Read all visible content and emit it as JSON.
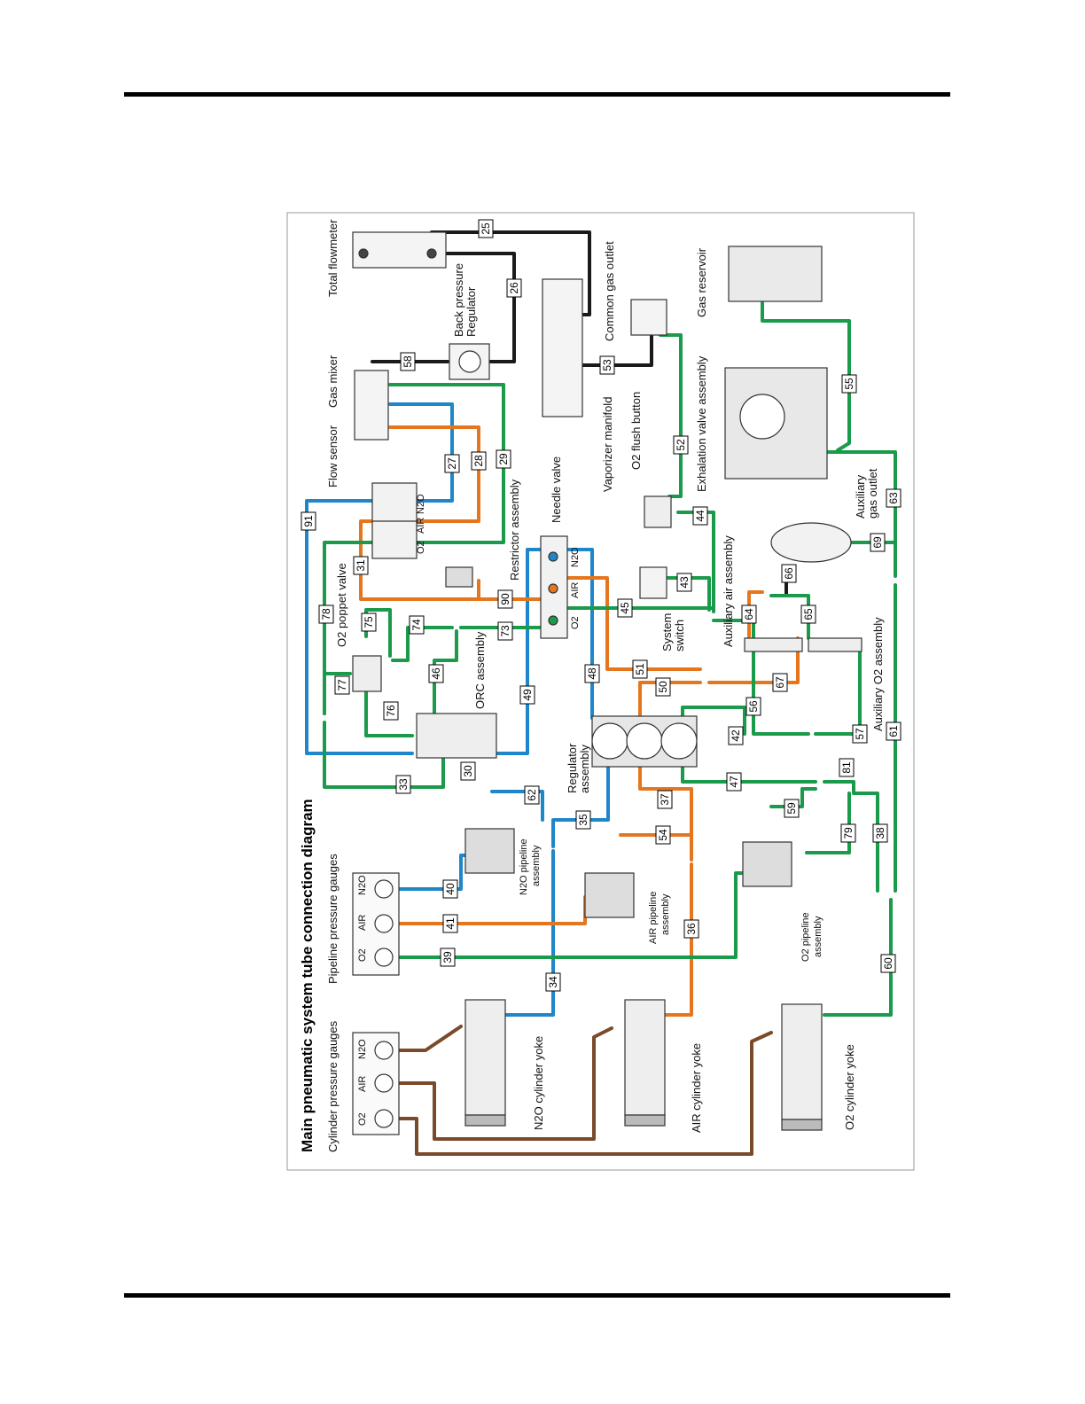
{
  "diagram": {
    "title": "Main pneumatic system tube connection diagram",
    "colors": {
      "o2": "#1a9a4a",
      "air": "#e6761e",
      "n2o": "#1f86c9",
      "mixed": "#1a1a1a",
      "cylinder_gauge_line": "#7a4a2a"
    },
    "labels": {
      "cylinder_gauges": "Cylinder pressure gauges",
      "pipeline_gauges": "Pipeline pressure gauges",
      "total_flowmeter": "Total flowmeter",
      "back_pressure_regulator_1": "Back pressure",
      "back_pressure_regulator_2": "Regulator",
      "gas_mixer": "Gas mixer",
      "flow_sensor": "Flow sensor",
      "restrictor_assembly": "Restrictor assembly",
      "needle_valve": "Needle valve",
      "vaporizer_manifold": "Vaporizer manifold",
      "common_gas_outlet": "Common gas outlet",
      "o2_flush_button": "O2 flush button",
      "exhalation_valve_assembly": "Exhalation valve assembly",
      "gas_reservoir": "Gas reservoir",
      "o2_poppet_valve": "O2 poppet valve",
      "orc_assembly": "ORC assembly",
      "system_switch_1": "System",
      "system_switch_2": "switch",
      "auxiliary_air_assembly": "Auxiliary air assembly",
      "auxiliary_gas_outlet_1": "Auxiliary",
      "auxiliary_gas_outlet_2": "gas outlet",
      "auxiliary_o2_assembly": "Auxiliary O2 assembly",
      "regulator_assembly_1": "Regulator",
      "regulator_assembly_2": "assembly",
      "n2o_pipeline_1": "N2O pipeline",
      "n2o_pipeline_2": "assembly",
      "air_pipeline_1": "AIR pipeline",
      "air_pipeline_2": "assembly",
      "o2_pipeline_1": "O2 pipeline",
      "o2_pipeline_2": "assembly",
      "n2o_cylinder_yoke": "N2O cylinder yoke",
      "air_cylinder_yoke": "AIR cylinder yoke",
      "o2_cylinder_yoke": "O2 cylinder yoke"
    },
    "gauge_labels": [
      "O2",
      "AIR",
      "N2O"
    ],
    "needle_labels": [
      "O2",
      "AIR",
      "N2O"
    ],
    "flow_sensor_labels": [
      "O2",
      "AIR",
      "N2O"
    ],
    "tube_numbers": [
      "25",
      "26",
      "27",
      "28",
      "29",
      "30",
      "31",
      "33",
      "34",
      "35",
      "36",
      "37",
      "38",
      "39",
      "40",
      "41",
      "42",
      "43",
      "44",
      "45",
      "46",
      "47",
      "48",
      "49",
      "50",
      "51",
      "52",
      "53",
      "54",
      "55",
      "56",
      "57",
      "58",
      "59",
      "60",
      "61",
      "62",
      "63",
      "64",
      "65",
      "66",
      "67",
      "69",
      "73",
      "74",
      "75",
      "76",
      "77",
      "78",
      "79",
      "81",
      "90",
      "91"
    ]
  }
}
